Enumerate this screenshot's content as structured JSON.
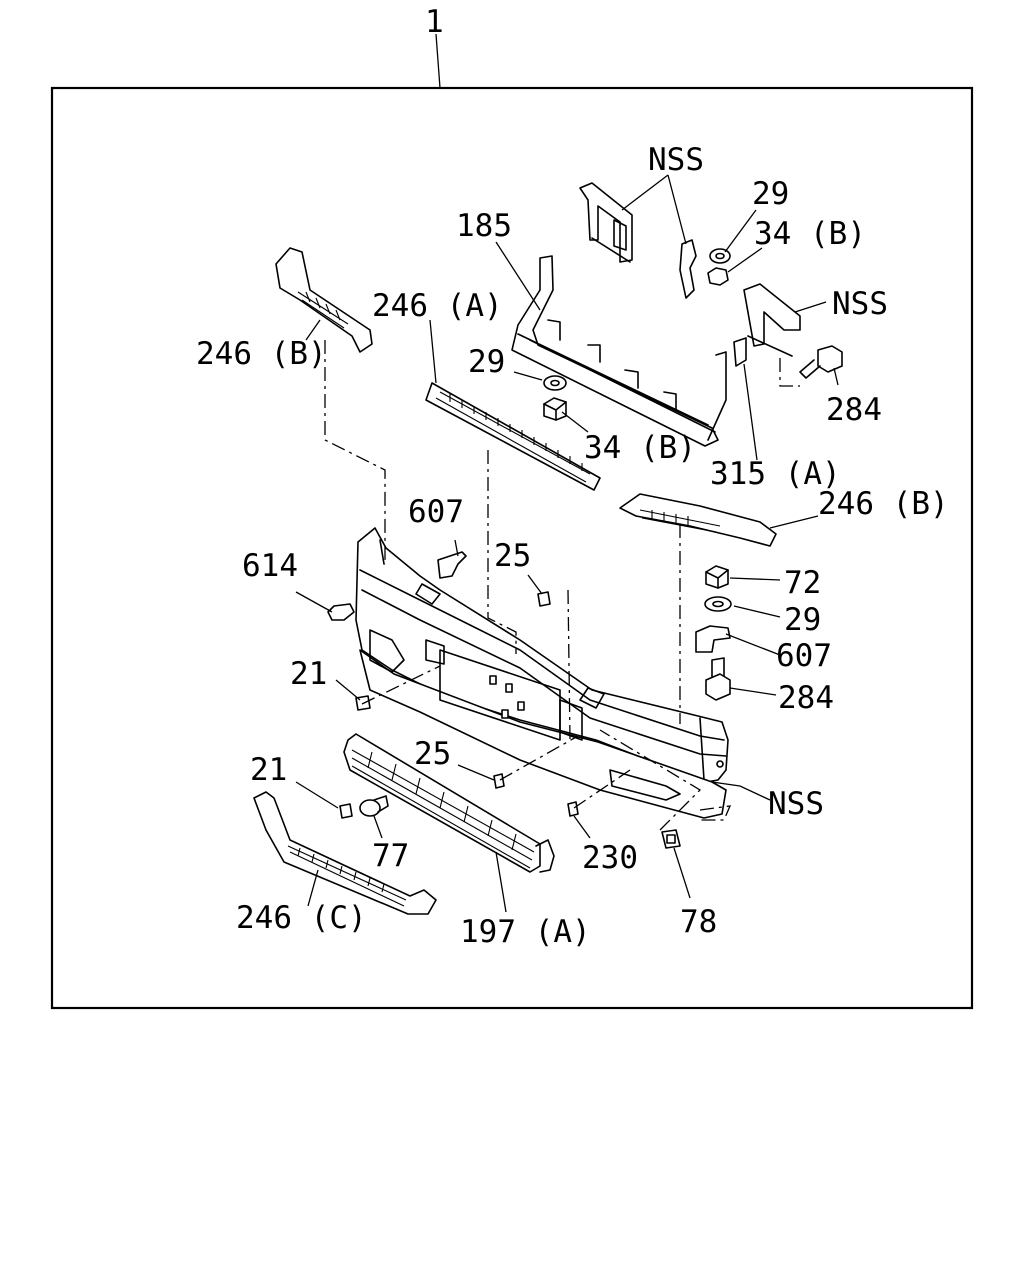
{
  "diagram": {
    "assembly_label": "1",
    "labels": {
      "nss_top": "NSS",
      "l29_top": "29",
      "l34b_top": "34 (B)",
      "l185": "185",
      "nss_right": "NSS",
      "l246a": "246 (A)",
      "l246b_left": "246 (B)",
      "l29_mid": "29",
      "l284_top": "284",
      "l34b_mid": "34 (B)",
      "l315a": "315 (A)",
      "l607_left": "607",
      "l246b_right": "246 (B)",
      "l614": "614",
      "l25_top": "25",
      "l72": "72",
      "l29_right": "29",
      "l607_right": "607",
      "l21_top": "21",
      "l284_right": "284",
      "l25_bottom": "25",
      "l21_bottom": "21",
      "nss_bottom": "NSS",
      "l77": "77",
      "l230": "230",
      "l246c": "246 (C)",
      "l197a": "197 (A)",
      "l78": "78"
    }
  }
}
